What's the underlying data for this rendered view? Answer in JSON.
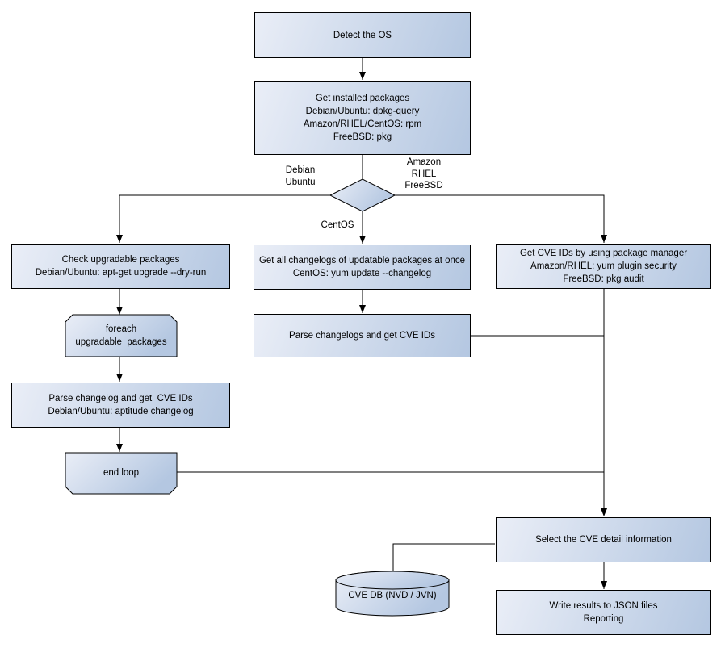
{
  "colors": {
    "node_fill_light": "#eaeef7",
    "node_fill_dark": "#b4c7e1",
    "node_border": "#000000",
    "connector": "#000000",
    "text": "#000000",
    "background": "#ffffff"
  },
  "nodes": {
    "detect_os": {
      "shape": "rect",
      "lines": [
        "Detect the OS"
      ]
    },
    "get_installed_packages": {
      "shape": "rect",
      "lines": [
        "Get installed packages",
        "Debian/Ubuntu: dpkg-query",
        "Amazon/RHEL/CentOS: rpm",
        "FreeBSD: pkg"
      ]
    },
    "os_branch_decision": {
      "shape": "diamond",
      "lines": []
    },
    "check_upgradable_packages": {
      "shape": "rect",
      "lines": [
        "Check upgradable packages",
        "Debian/Ubuntu: apt-get upgrade --dry-run"
      ]
    },
    "foreach_loop_start": {
      "shape": "loop-start",
      "lines": [
        "foreach",
        "upgradable  packages"
      ]
    },
    "parse_changelog_debian": {
      "shape": "rect",
      "lines": [
        "Parse changelog and get  CVE IDs",
        "Debian/Ubuntu: aptitude changelog"
      ]
    },
    "end_loop": {
      "shape": "loop-end",
      "lines": [
        "end loop"
      ]
    },
    "get_all_changelogs": {
      "shape": "rect",
      "lines": [
        "Get all changelogs of updatable packages at once",
        "CentOS: yum update --changelog"
      ]
    },
    "parse_changelogs_centos": {
      "shape": "rect",
      "lines": [
        "Parse changelogs and get CVE IDs"
      ]
    },
    "get_cve_ids_package_manager": {
      "shape": "rect",
      "lines": [
        "Get CVE IDs by using package manager",
        "Amazon/RHEL: yum plugin security",
        "FreeBSD: pkg audit"
      ]
    },
    "select_cve_detail": {
      "shape": "rect",
      "lines": [
        "Select the CVE detail information"
      ]
    },
    "write_results": {
      "shape": "rect",
      "lines": [
        "Write results to JSON files",
        "Reporting"
      ]
    },
    "cve_db": {
      "shape": "cylinder",
      "lines": [
        "CVE DB (NVD / JVN)"
      ]
    }
  },
  "edge_labels": {
    "debian_ubuntu": {
      "lines": [
        "Debian",
        "Ubuntu"
      ]
    },
    "amazon_rhel_freebsd": {
      "lines": [
        "Amazon",
        "RHEL",
        "FreeBSD"
      ]
    },
    "centos": {
      "lines": [
        "CentOS"
      ]
    }
  }
}
